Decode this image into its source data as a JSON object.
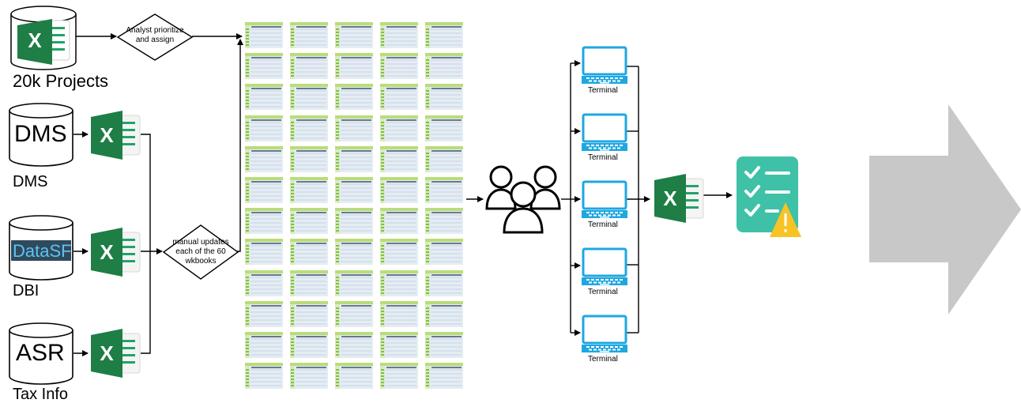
{
  "sources": {
    "projects_label": "20k Projects",
    "dms_db_text": "DMS",
    "dms_label": "DMS",
    "datasf_logo_text": "DataSF",
    "dbi_label": "DBI",
    "asr_db_text": "ASR",
    "tax_label": "Tax  Info"
  },
  "steps": {
    "prioritize_line1": "Analyst prioritize",
    "prioritize_line2": "and assign",
    "manual_line1": "manual updates",
    "manual_line2": "each of the 60",
    "manual_line3": "wkbooks"
  },
  "workbooks": {
    "rows": 12,
    "cols": 5,
    "header_color": "#b9dd7a",
    "body_color": "#e4ecf4",
    "accent_color": "#7cc242"
  },
  "terminals": {
    "label": "Terminal",
    "count": 5,
    "screen_color": "#1ea7e1"
  },
  "colors": {
    "excel_dark": "#1e7e45",
    "excel_light": "#21a366",
    "checklist_teal": "#3fc1a7",
    "warning_yellow": "#f7c325",
    "big_arrow_gray": "#c8c8c8"
  },
  "icons": {
    "excel": "excel-icon",
    "database": "database-cylinder-icon",
    "users": "users-group-icon",
    "terminal": "computer-terminal-icon",
    "checklist": "checklist-warning-icon",
    "big_arrow": "right-arrow-icon"
  }
}
